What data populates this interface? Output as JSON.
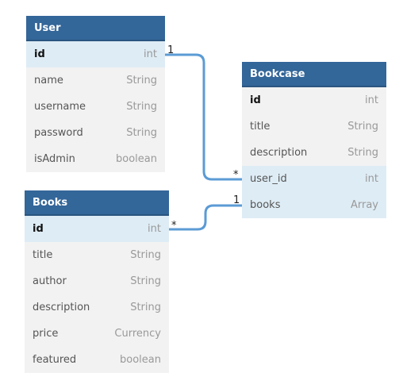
{
  "tables": {
    "user": {
      "title": "User",
      "rows": [
        {
          "name": "id",
          "type": "int"
        },
        {
          "name": "name",
          "type": "String"
        },
        {
          "name": "username",
          "type": "String"
        },
        {
          "name": "password",
          "type": "String"
        },
        {
          "name": "isAdmin",
          "type": "boolean"
        }
      ]
    },
    "bookcase": {
      "title": "Bookcase",
      "rows": [
        {
          "name": "id",
          "type": "int"
        },
        {
          "name": "title",
          "type": "String"
        },
        {
          "name": "description",
          "type": "String"
        },
        {
          "name": "user_id",
          "type": "int"
        },
        {
          "name": "books",
          "type": "Array"
        }
      ]
    },
    "books": {
      "title": "Books",
      "rows": [
        {
          "name": "id",
          "type": "int"
        },
        {
          "name": "title",
          "type": "String"
        },
        {
          "name": "author",
          "type": "String"
        },
        {
          "name": "description",
          "type": "String"
        },
        {
          "name": "price",
          "type": "Currency"
        },
        {
          "name": "featured",
          "type": "boolean"
        }
      ]
    }
  },
  "relations": {
    "user_bookcase": {
      "from_card": "1",
      "to_card": "*"
    },
    "books_bookcase": {
      "from_card": "*",
      "to_card": "1"
    }
  },
  "colors": {
    "header": "#336699",
    "highlight": "#deecf5",
    "body": "#f2f2f2",
    "link": "#5b9bd5"
  }
}
